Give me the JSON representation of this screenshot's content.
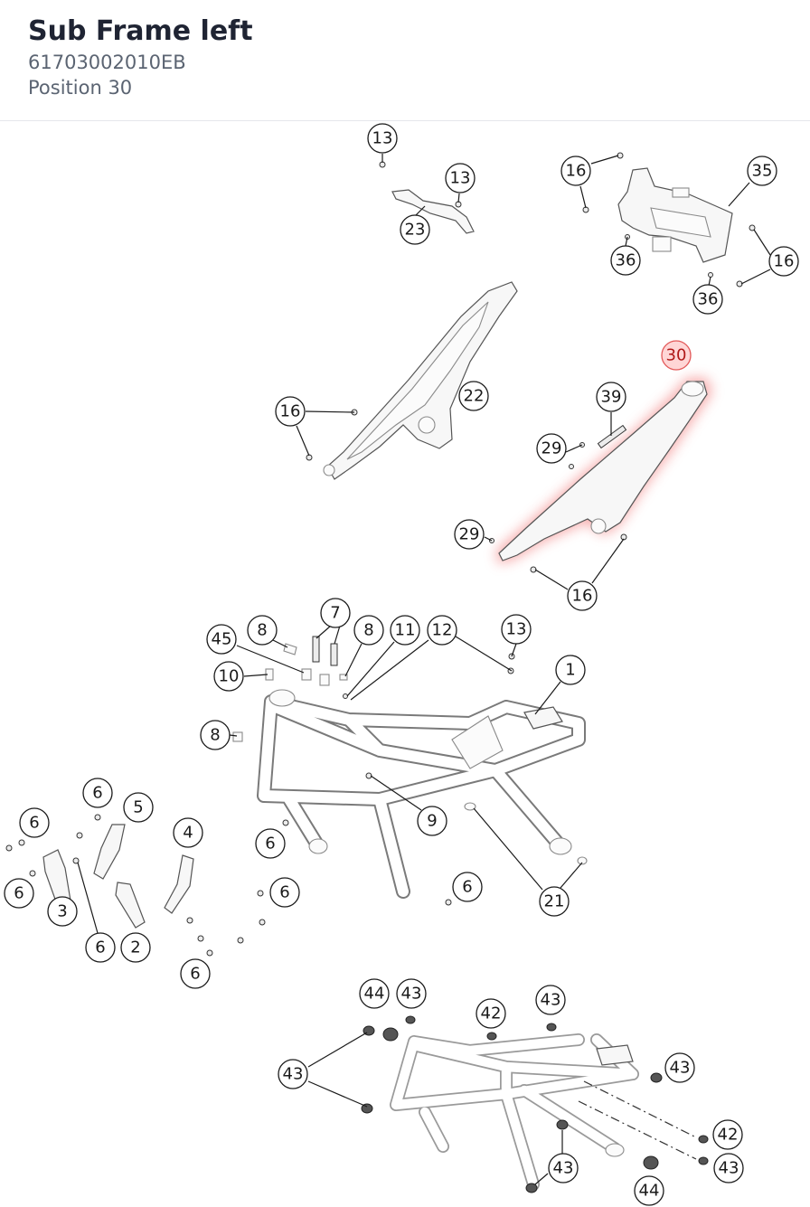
{
  "header": {
    "title": "Sub Frame left",
    "part_number": "61703002010EB",
    "position": "Position 30"
  },
  "highlight": {
    "label": "30",
    "color": "#f06a6a"
  },
  "callouts": {
    "c13a": "13",
    "c13b": "13",
    "c23": "23",
    "c16a": "16",
    "c35": "35",
    "c36a": "36",
    "c16b": "16",
    "c36b": "36",
    "c16c": "16",
    "c22": "22",
    "c30": "30",
    "c39": "39",
    "c29a": "29",
    "c29b": "29",
    "c16d": "16",
    "c7": "7",
    "c8a": "8",
    "c8b": "8",
    "c45": "45",
    "c11": "11",
    "c12": "12",
    "c13c": "13",
    "c1": "1",
    "c10": "10",
    "c8c": "8",
    "c6a": "6",
    "c5": "5",
    "c6b": "6",
    "c4": "4",
    "c6c": "6",
    "c3": "3",
    "c6d": "6",
    "c6e": "6",
    "c2": "2",
    "c9": "9",
    "c6f": "6",
    "c6g": "6",
    "c21": "21",
    "c6h": "6",
    "c44a": "44",
    "c43a": "43",
    "c42a": "42",
    "c43b": "43",
    "c43c": "43",
    "c43d": "43",
    "c42b": "42",
    "c43e": "43",
    "c43f": "43",
    "c44b": "44"
  }
}
